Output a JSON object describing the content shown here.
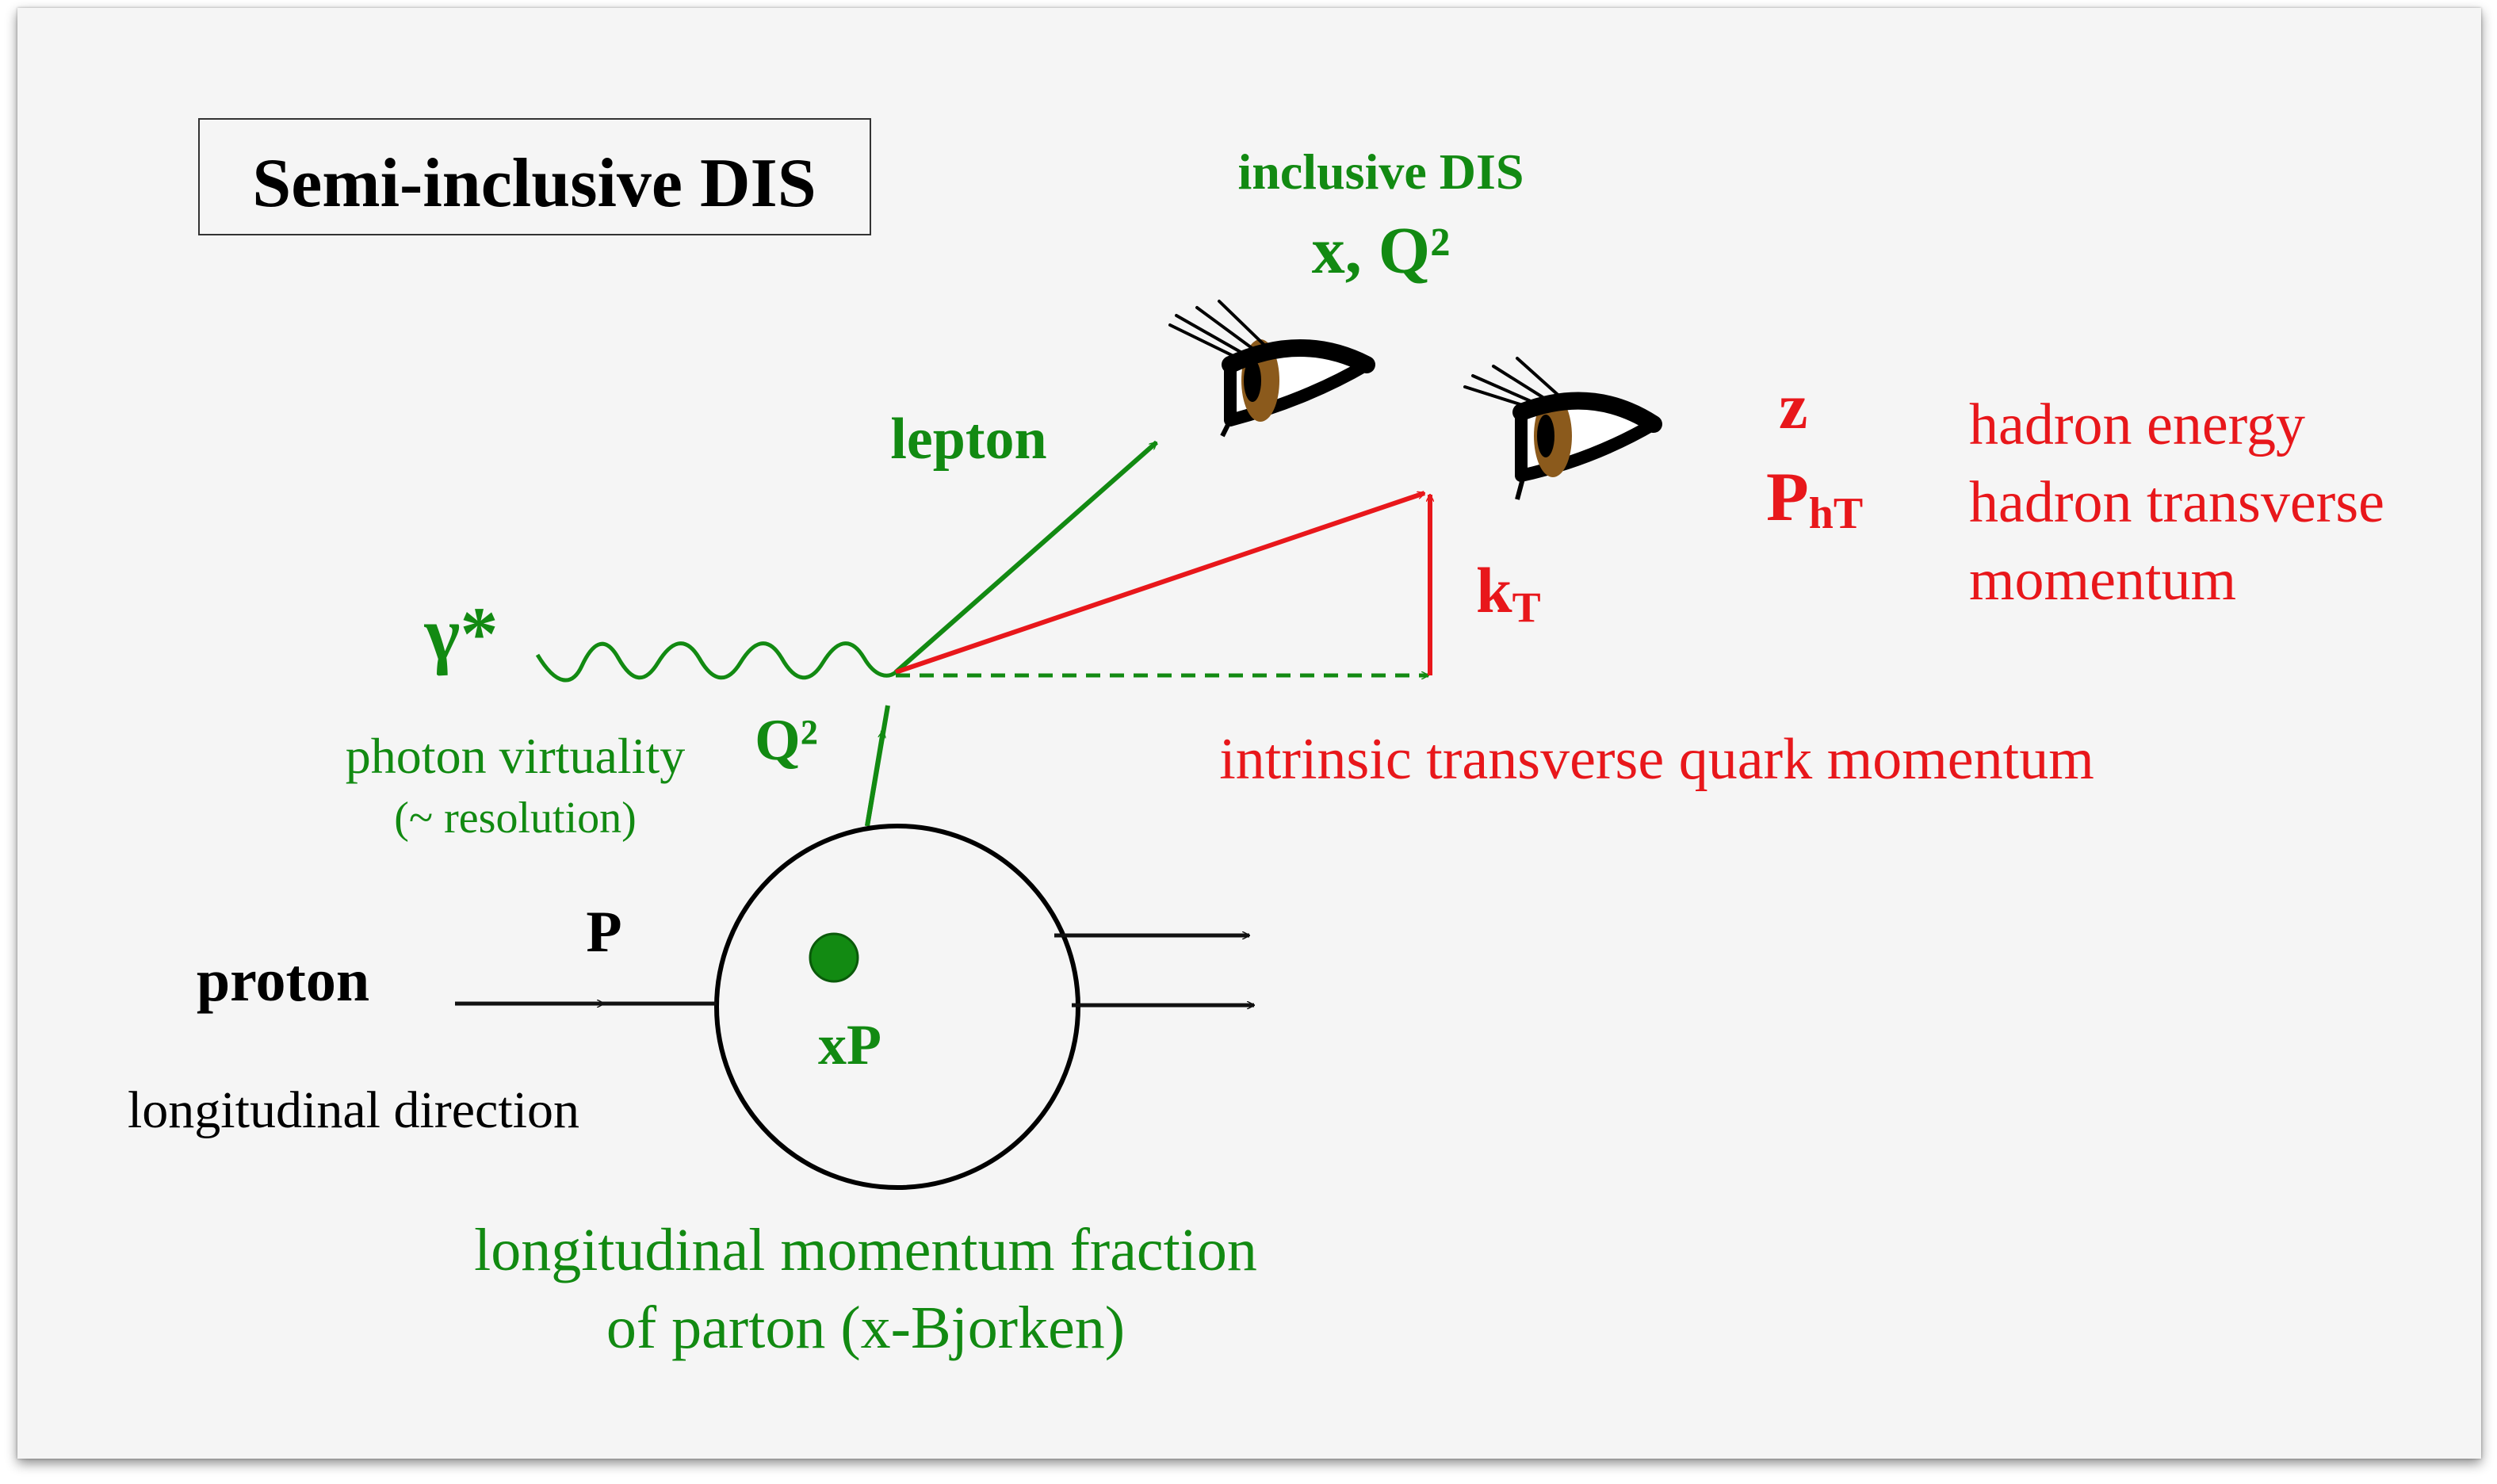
{
  "title": "Semi-inclusive DIS",
  "labels": {
    "inclusive": "inclusive DIS",
    "inclusive_vars": "x, Q²",
    "lepton": "lepton",
    "gamma_star": "γ*",
    "q2": "Q²",
    "photon_virtuality": "photon virtuality",
    "resolution": "(~ resolution)",
    "z": "z",
    "pht_main": "P",
    "pht_sub": "hT",
    "kt_main": "k",
    "kt_sub": "T",
    "hadron_energy": "hadron energy",
    "hadron_transverse": "hadron transverse",
    "momentum": "momentum",
    "intrinsic": "intrinsic transverse quark momentum",
    "P": "P",
    "proton": "proton",
    "xP": "xP",
    "longitudinal_direction": "longitudinal direction",
    "fraction_line1": "longitudinal momentum fraction",
    "fraction_line2": "of parton (x-Bjorken)"
  },
  "colors": {
    "green": "#128a12",
    "red": "#e8171b",
    "black": "#000000",
    "iris": "#8b5a1c"
  },
  "icons": [
    "eye-icon",
    "eye-icon"
  ]
}
